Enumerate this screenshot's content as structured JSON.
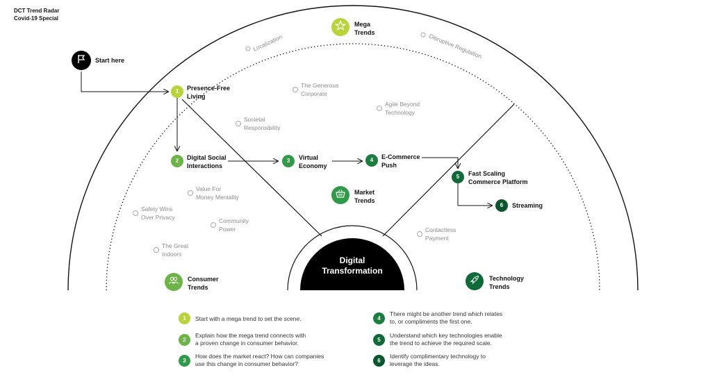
{
  "header": {
    "line1": "DCT Trend Radar",
    "line2": "Covid-19 Special"
  },
  "start": {
    "label": "Start here",
    "icon": "flag-icon"
  },
  "categories": {
    "mega": {
      "line1": "Mega",
      "line2": "Trends",
      "icon": "star-icon",
      "color": "#b9d43a"
    },
    "market": {
      "line1": "Market",
      "line2": "Trends",
      "icon": "basket-icon",
      "color": "#2f9a47"
    },
    "consumer": {
      "line1": "Consumer",
      "line2": "Trends",
      "icon": "people-icon",
      "color": "#6ab545"
    },
    "technology": {
      "line1": "Technology",
      "line2": "Trends",
      "icon": "rocket-icon",
      "color": "#0e6a36"
    }
  },
  "center": {
    "line1": "Digital",
    "line2": "Transformation"
  },
  "steps": [
    {
      "num": "1",
      "line1": "Presence-Free",
      "line2": "Living"
    },
    {
      "num": "2",
      "line1": "Digital Social",
      "line2": "Interactions"
    },
    {
      "num": "3",
      "line1": "Virtual",
      "line2": "Economy"
    },
    {
      "num": "4",
      "line1": "E-Commerce",
      "line2": "Push"
    },
    {
      "num": "5",
      "line1": "Fast Scaling",
      "line2": "Commerce Platform"
    },
    {
      "num": "6",
      "line1": "Streaming",
      "line2": ""
    }
  ],
  "trends": {
    "localization": "Localization",
    "disruptive_regulation": "Disruptive Regulation",
    "generous_corporate": {
      "line1": "The Generous",
      "line2": "Corporate"
    },
    "agile_beyond": {
      "line1": "Agile Beyond",
      "line2": "Technology"
    },
    "societal": {
      "line1": "Societal",
      "line2": "Responsibility"
    },
    "value_for_money": {
      "line1": "Value For",
      "line2": "Money Mentality"
    },
    "safety_wins": {
      "line1": "Safety Wins",
      "line2": "Over Privacy"
    },
    "community_power": {
      "line1": "Community",
      "line2": "Power"
    },
    "great_indoors": {
      "line1": "The Great",
      "line2": "Indoors"
    },
    "contactless": {
      "line1": "Contactless",
      "line2": "Payment"
    }
  },
  "legend": [
    {
      "num": "1",
      "line1": "Start with a mega trend to set the scene.",
      "line2": ""
    },
    {
      "num": "2",
      "line1": "Explain how the mega trend connects with",
      "line2": "a proven change in consumer behavior."
    },
    {
      "num": "3",
      "line1": "How does the market react? How can companies",
      "line2": "use this change in consumer behavior?"
    },
    {
      "num": "4",
      "line1": "There might be another trend which relates",
      "line2": "to, or compliments the first one."
    },
    {
      "num": "5",
      "line1": "Understand which key technologies enable",
      "line2": "the trend to achieve the required scale."
    },
    {
      "num": "6",
      "line1": "Identify complimentary technology to",
      "line2": "leverage the ideas."
    }
  ]
}
